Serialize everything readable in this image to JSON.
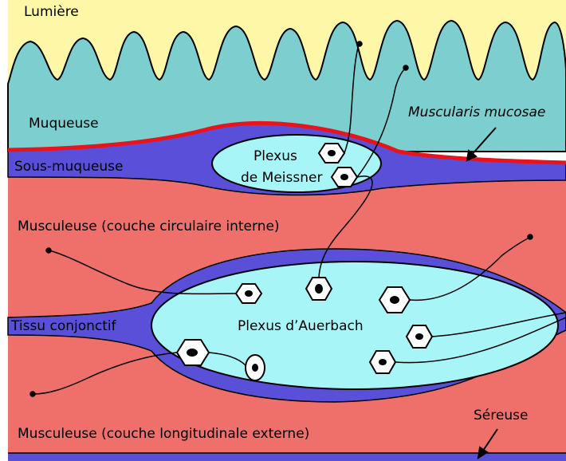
{
  "labels": {
    "lumiere": "Lumière",
    "muqueuse": "Muqueuse",
    "muscularis_mucosae": "Muscularis mucosae",
    "sous_muqueuse": "Sous-muqueuse",
    "plexus_meissner_line1": "Plexus",
    "plexus_meissner_line2": "de Meissner",
    "musculeuse_circulaire": "Musculeuse (couche circulaire interne)",
    "tissu_conjonctif": "Tissu conjonctif",
    "plexus_auerbach": "Plexus d’Auerbach",
    "sereuse": "Séreuse",
    "musculeuse_longitudinale": "Musculeuse (couche longitudinale externe)"
  },
  "colors": {
    "lumen": "#fff7a8",
    "mucosa": "#7ccfce",
    "muscularis_mucosae": "#e8141b",
    "submucosa": "#5a4fd9",
    "plexus": "#a8f5f7",
    "muscle": "#ef6f6a",
    "outline": "#000000"
  }
}
